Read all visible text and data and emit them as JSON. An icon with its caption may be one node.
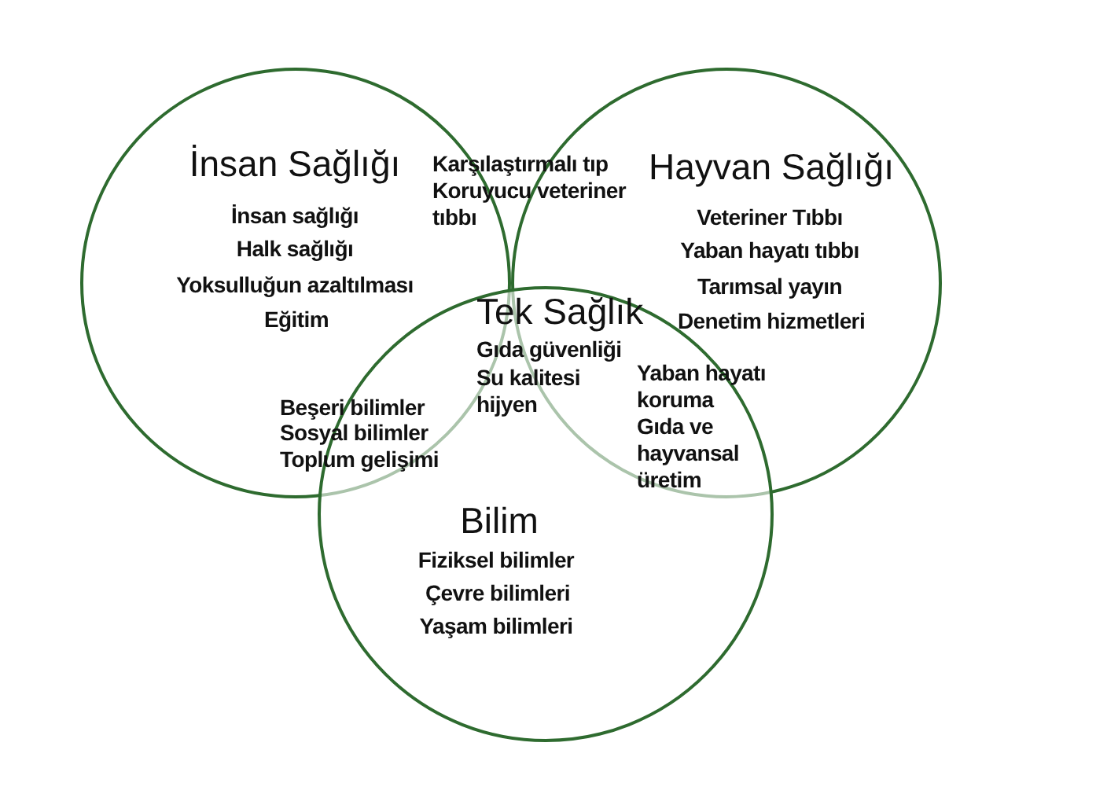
{
  "diagram": {
    "nodes": [
      {
        "text": [
          "İnsan Sağlığı",
          "İnsan sağlığı",
          "Halk sağlığı",
          "Yoksulluğun azaltılması",
          "Eğitim"
        ]
      },
      {
        "text": [
          "Hayvan Sağlığı",
          "Veteriner Tıbbı",
          "Yaban hayatı tıbbı",
          "Tarımsal yayın",
          "Denetim hizmetleri"
        ]
      },
      {
        "text": [
          "Bilim",
          "Fiziksel bilimler",
          "Çevre bilimleri",
          "Yaşam bilimleri"
        ]
      }
    ],
    "edges": [],
    "labels": [
      "Karşılaştırmalı tıp",
      "Koruyucu veteriner tıbbı",
      "Tek Sağlık",
      "Gıda güvenliği",
      "Su kalitesi",
      "hijyen",
      "Yaban hayatı koruma",
      "Gıda ve hayvansal üretim",
      "Beşeri bilimler",
      "Sosyal bilimler",
      "Toplum gelişimi"
    ]
  }
}
